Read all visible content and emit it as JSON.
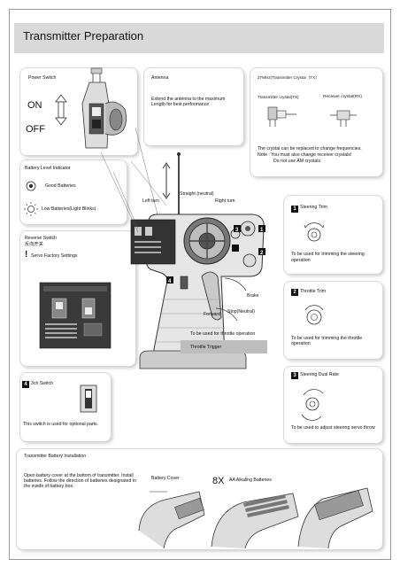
{
  "title": "Transmitter Preparation",
  "power_switch": {
    "label": "Power Switch",
    "on": "ON",
    "off": "OFF"
  },
  "antenna": {
    "label": "Antenna",
    "text": "Extend the antenna to the maximum Length for best performance"
  },
  "crystal": {
    "label": "27MHz(Transmitter Crystal（TX）",
    "tx": "Transmitter crystal(TX)",
    "rx": "Receiver crystal(RX)",
    "note1": "The crystal can be replaced to change frequencies.",
    "note2": "Note : You must also change receiver crystals!",
    "note3": "Do not use AM crystals"
  },
  "battery_level": {
    "label": "Battery Level Indicator",
    "good": "Good Batteries",
    "low": "Low Batteries(Light Blinks)"
  },
  "reverse": {
    "label": "Reverse Switch",
    "label_cn": "反向开关",
    "text": "Servo Factory Settings"
  },
  "transmitter_labels": {
    "left_turn": "Left turn",
    "straight": "Straight (neutral)",
    "right_turn": "Right turn",
    "brake": "Brake",
    "forward": "Forward",
    "stop": "Stop(Neutral)",
    "throttle_op": "To be used for throttle operation",
    "trigger": "Throttle Trigger"
  },
  "steering_trim": {
    "num": "1",
    "label": "Steering Trim",
    "text": "To be used for trimming the steering operation"
  },
  "throttle_trim": {
    "num": "2",
    "label": "Throttle Trim",
    "text": "To be used for trimming the throttle operation"
  },
  "dual_rate": {
    "num": "3",
    "label": "Steering Dual Rate",
    "text": "To be used to adjust steering servo throw"
  },
  "ch3": {
    "num": "4",
    "label": "3ch Switch",
    "text": "This switch is used for optional parts."
  },
  "battery_install": {
    "label": "Transmitter Battery Installation",
    "text": "Open battery cover at the bottom of transmitter. Install batteries. Follow the direction of batteries designated in the inside of battery box.",
    "cover": "Battery Cover",
    "count": "8X",
    "aa": "AA Alkaling Batteries"
  }
}
